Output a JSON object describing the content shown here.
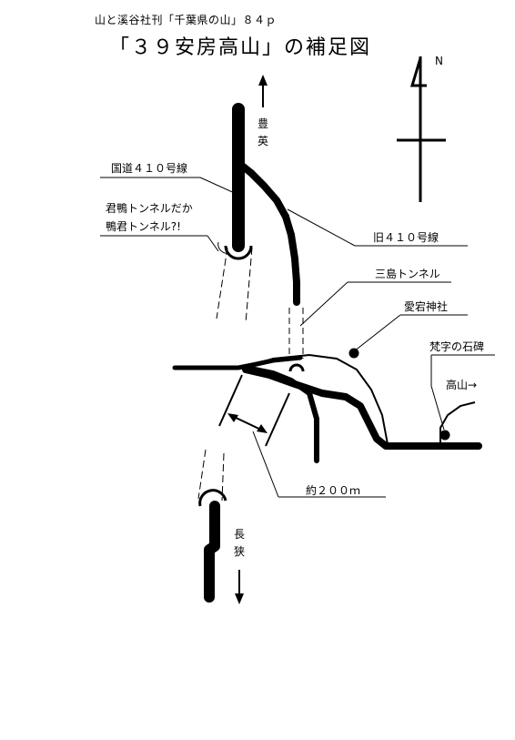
{
  "header": {
    "source": "山と溪谷社刊「千葉県の山」８４ｐ",
    "title": "「３９安房高山」の補足図"
  },
  "compass": {
    "north_label": "N"
  },
  "labels": {
    "toyohide": "豊英",
    "route410": "国道４１０号線",
    "tunnel_name_1": "君鴨トンネルだか",
    "tunnel_name_2": "鴨君トンネル?!",
    "old_route410": "旧４１０号線",
    "mishima_tunnel": "三島トンネル",
    "atago_shrine": "愛宕神社",
    "bonji_stone": "梵字の石碑",
    "takayama": "高山→",
    "distance": "約２００ｍ",
    "nagasa": "長狭"
  },
  "colors": {
    "ink": "#000000",
    "background": "#ffffff"
  }
}
